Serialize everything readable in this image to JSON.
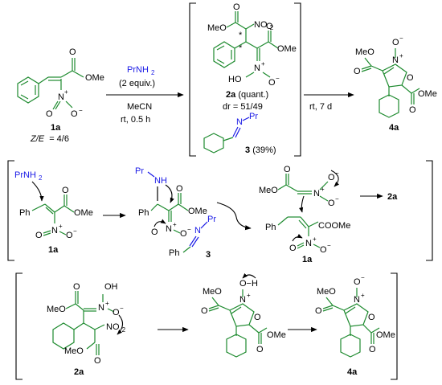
{
  "colors": {
    "skeleton": "#1d8a2e",
    "reagent": "#1a1ae6",
    "text": "#000000",
    "background": "#ffffff"
  },
  "top_reaction": {
    "start": {
      "atoms": {
        "ester": "OMe",
        "nitro_n": "N",
        "nitro_o1": "O",
        "nitro_o2": "O",
        "plus": "+",
        "minus": "−"
      },
      "compound": "1a",
      "ratio_prefix": "Z/E",
      "ratio_value": "= 4/6"
    },
    "conditions": {
      "reagent": "PrNH",
      "reagent_sub": "2",
      "equiv": "(2 equiv.)",
      "solvent": "MeCN",
      "temp_time": "rt, 0.5 h"
    },
    "intermediate": {
      "atoms": {
        "meo": "MeO",
        "no2": "NO",
        "no2_sub": "2",
        "ome": "OMe",
        "ho": "HO",
        "n": "N",
        "o": "O",
        "plus": "+",
        "minus": "−",
        "stereo": "*"
      },
      "compound": "2a",
      "yield": " (quant.)",
      "dr": "dr = 51/49",
      "imine_n": "N",
      "imine_pr": "Pr",
      "imine_compound": "3",
      "imine_yield": " (39%)"
    },
    "second_conditions": "rt, 7 d",
    "product": {
      "atoms": {
        "meo": "MeO",
        "n": "N",
        "o_ring": "O",
        "o_top": "O",
        "ome": "OMe",
        "plus": "+",
        "minus": "−"
      },
      "compound": "4a"
    }
  },
  "mechanism_1": {
    "amine": "PrNH",
    "amine_sub": "2",
    "ph": "Ph",
    "ome": "OMe",
    "nitro_n": "N",
    "nitro_o": "O",
    "plus": "+",
    "minus": "−",
    "compound_1a": "1a",
    "adduct": {
      "pr": "Pr",
      "nh": "NH",
      "ph": "Ph",
      "ome": "OMe",
      "n": "N",
      "o": "O",
      "plus": "+",
      "minus": "−"
    },
    "imine": {
      "n": "N",
      "pr": "Pr",
      "ph": "Ph",
      "compound": "3"
    },
    "nitronate": {
      "meo": "MeO",
      "n": "N",
      "o": "O",
      "plus": "+",
      "minus": "−"
    },
    "acceptor": {
      "ph": "Ph",
      "coome": "COOMe",
      "n": "N",
      "o": "O",
      "plus": "+",
      "minus": "−",
      "compound": "1a"
    },
    "result": "2a"
  },
  "mechanism_2": {
    "start": {
      "oh": "OH",
      "n": "N",
      "o": "O",
      "plus": "+",
      "minus": "−",
      "meo": "MeO",
      "no2": "NO",
      "no2_sub": "2",
      "meo2": "MeO",
      "compound": "2a"
    },
    "middle": {
      "meo": "MeO",
      "n": "N",
      "o_ring": "O",
      "oh": "O−H",
      "ome": "OMe",
      "plus": "+"
    },
    "end": {
      "meo": "MeO",
      "n": "N",
      "o_ring": "O",
      "o_top": "O",
      "ome": "OMe",
      "plus": "+",
      "minus": "−",
      "compound": "4a"
    }
  }
}
